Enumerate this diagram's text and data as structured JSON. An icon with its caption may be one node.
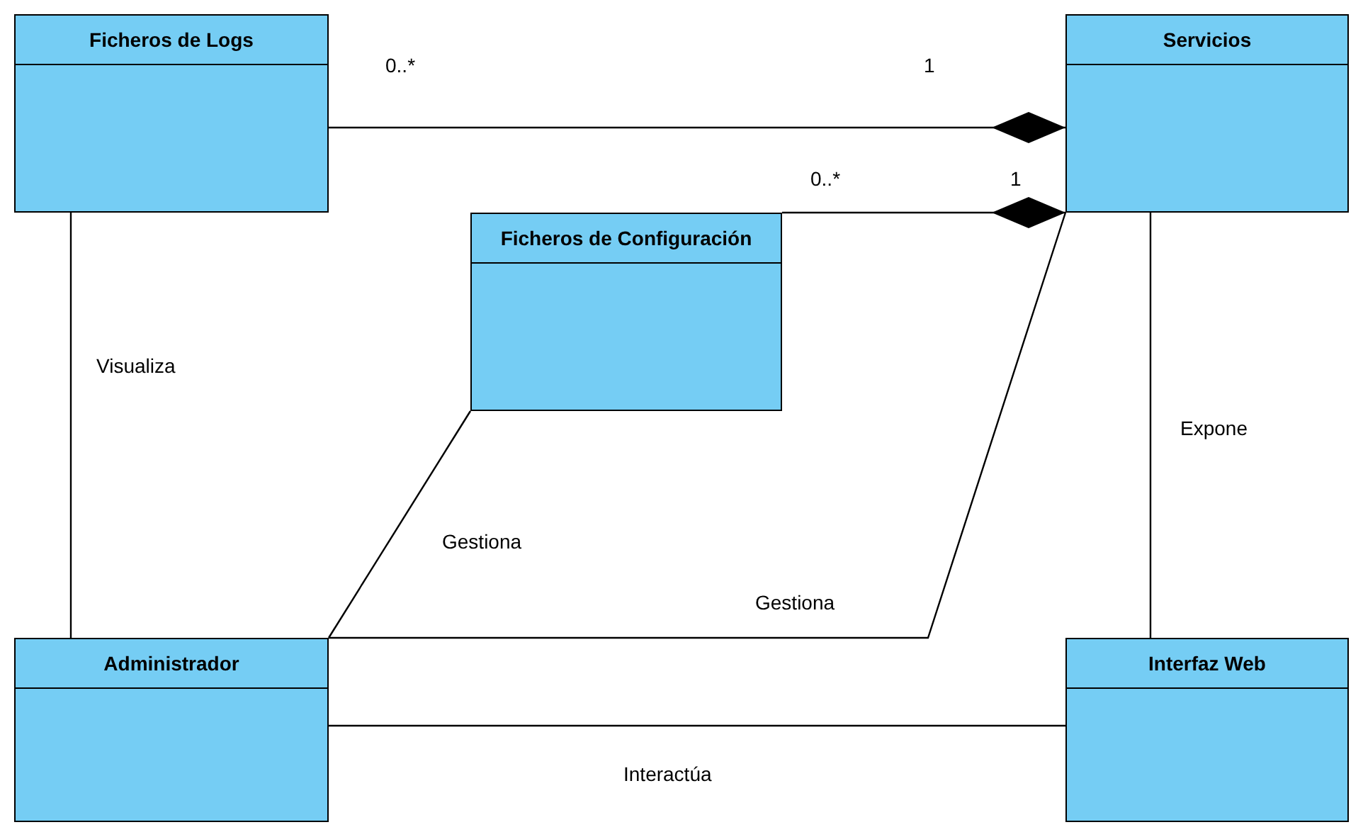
{
  "diagram": {
    "nodes": [
      {
        "text": [
          "Ficheros de Logs"
        ]
      },
      {
        "text": [
          "Servicios"
        ]
      },
      {
        "text": [
          "Ficheros de Configuración"
        ]
      },
      {
        "text": [
          "Administrador"
        ]
      },
      {
        "text": [
          "Interfaz Web"
        ]
      }
    ],
    "edges": [
      {
        "from": 0,
        "to": 1,
        "arrow": "other"
      },
      {
        "from": 2,
        "to": 1,
        "arrow": "other"
      },
      {
        "from": 0,
        "to": 3,
        "arrow": "none",
        "label": "Visualiza"
      },
      {
        "from": 2,
        "to": 3,
        "arrow": "none",
        "label": "Gestiona"
      },
      {
        "from": 3,
        "to": 1,
        "arrow": "none",
        "label": "Gestiona"
      },
      {
        "from": 1,
        "to": 4,
        "arrow": "none",
        "label": "Expone"
      },
      {
        "from": 3,
        "to": 4,
        "arrow": "none",
        "label": "Interactúa"
      }
    ],
    "labels": [
      "0..*",
      "1",
      "0..*",
      "1"
    ]
  }
}
